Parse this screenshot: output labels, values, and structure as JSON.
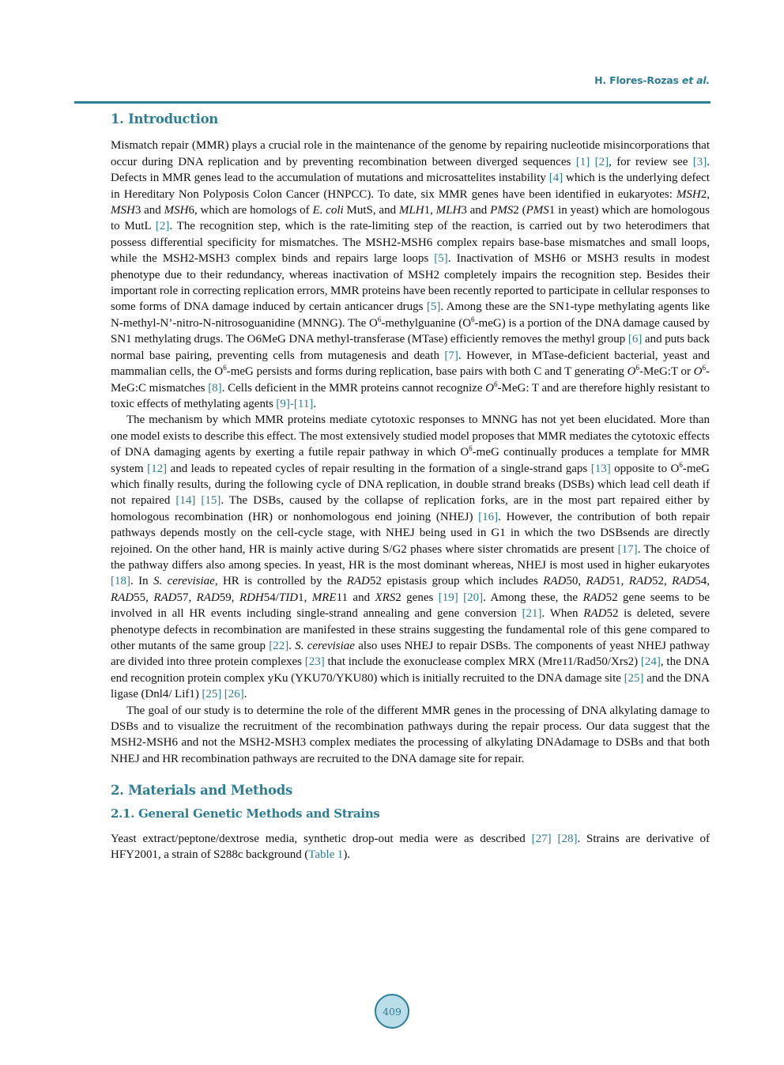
{
  "header": {
    "author": "H. Flores-Rozas",
    "etal": "et al."
  },
  "accent_color": "#2f7d94",
  "sections": {
    "s1_title": "1. Introduction",
    "s2_title": "2. Materials and Methods",
    "s21_title": "2.1. General Genetic Methods and Strains"
  },
  "paragraphs": {
    "intro_p1": [
      {
        "t": "Mismatch repair (MMR) plays a crucial role in the maintenance of the genome by repairing nucleotide misin­corporations that occur during DNA replication and by preventing recombination between diverged sequences "
      },
      {
        "c": "[1]"
      },
      {
        "t": " "
      },
      {
        "c": "[2]"
      },
      {
        "t": ", for review see "
      },
      {
        "c": "[3]"
      },
      {
        "t": ". Defects in MMR genes lead to the accumulation of mutations and microsattelites instability "
      },
      {
        "c": "[4]"
      },
      {
        "t": " which is the underlying defect in Hereditary Non Polyposis Colon Cancer (HNPCC). To date, six MMR genes have been identified in eukaryotes: "
      },
      {
        "i": "MSH"
      },
      {
        "t": "2, "
      },
      {
        "i": "MSH"
      },
      {
        "t": "3 and "
      },
      {
        "i": "MSH"
      },
      {
        "t": "6, which are homologs of "
      },
      {
        "i": "E. coli"
      },
      {
        "t": " MutS, and "
      },
      {
        "i": "MLH"
      },
      {
        "t": "1, "
      },
      {
        "i": "MLH"
      },
      {
        "t": "3 and "
      },
      {
        "i": "PMS"
      },
      {
        "t": "2 ("
      },
      {
        "i": "PMS"
      },
      {
        "t": "1 in yeast) which are homologous to MutL "
      },
      {
        "c": "[2]"
      },
      {
        "t": ". The recognition step, which is the rate-li­miting step of the reaction, is carried out by two heterodimers that possess differential specificity for mismatches. The MSH2-MSH6 complex repairs base-base mismatches and small loops, while the MSH2-MSH3 complex binds and repairs large loops "
      },
      {
        "c": "[5]"
      },
      {
        "t": ". Inactivation of MSH6 or MSH3 results in modest phenotype due to their re­dundancy, whereas inactivation of MSH2 completely impairs the recognition step. Besides their important role in correcting replication errors, MMR proteins have been recently reported to participate in cellular responses to some forms of DNA damage induced by certain anticancer drugs "
      },
      {
        "c": "[5]"
      },
      {
        "t": ". Among these are the SN1-type methylat­ing agents like N-methyl-N’-nitro-N-nitrosoguanidine (MNNG). The O"
      },
      {
        "s": "6"
      },
      {
        "t": "-methylguanine (O"
      },
      {
        "s": "6"
      },
      {
        "t": "-meG) is a portion of the DNA damage caused by SN1 methylating drugs. The O6MeG DNA methyl-transferase (MTase) effi­ciently removes the methyl group "
      },
      {
        "c": "[6]"
      },
      {
        "t": " and puts back normal base pairing, preventing cells from mutagenesis and death "
      },
      {
        "c": "[7]"
      },
      {
        "t": ". However, in MTase-deficient bacterial, yeast and mammalian cells, the O"
      },
      {
        "s": "6"
      },
      {
        "t": "-meG persists and forms during replication, base pairs with both C and T generating "
      },
      {
        "i": "O"
      },
      {
        "s": "6"
      },
      {
        "t": "-MeG:T or "
      },
      {
        "i": "O"
      },
      {
        "s": "6"
      },
      {
        "t": "-MeG:C mismatches "
      },
      {
        "c": "[8]"
      },
      {
        "t": ". Cells defi­cient in the MMR proteins cannot recognize "
      },
      {
        "i": "O"
      },
      {
        "s": "6"
      },
      {
        "t": "-MeG: T and are therefore highly resistant to toxic effects of methylating agents "
      },
      {
        "c": "[9]-[11]"
      },
      {
        "t": "."
      }
    ],
    "intro_p2": [
      {
        "t": "The mechanism by which MMR proteins mediate cytotoxic responses to MNNG has not yet been elucidated. More than one model exists to describe this effect. The most extensively studied model proposes that MMR me­diates the cytotoxic effects of DNA damaging agents by exerting a futile repair pathway in which O"
      },
      {
        "s": "6"
      },
      {
        "t": "-meG con­tinually produces a template for MMR system "
      },
      {
        "c": "[12]"
      },
      {
        "t": " and leads to repeated cycles of repair resulting in the forma­tion of a single-strand gaps "
      },
      {
        "c": "[13]"
      },
      {
        "t": " opposite to O"
      },
      {
        "s": "6"
      },
      {
        "t": "-meG which finally results, during the following cycle of DNA replication, in double strand breaks (DSBs) which lead cell death if not repaired "
      },
      {
        "c": "[14]"
      },
      {
        "t": " "
      },
      {
        "c": "[15]"
      },
      {
        "t": ". The DSBs, caused by the collapse of replication forks, are in the most part repaired either by homologous recombination (HR) or nonhomologous end joining (NHEJ) "
      },
      {
        "c": "[16]"
      },
      {
        "t": ". However, the contribution of both repair pathways depends mostly on the cell-cycle stage, with NHEJ being used in G1 in which the two DSBsends are directly rejoined. On the other hand, HR is mainly active during S/G2 phases where sister chromatids are present "
      },
      {
        "c": "[17]"
      },
      {
        "t": ". The choice of the path­way differs also among species. In yeast, HR is the most dominant whereas, NHEJ is most used in higher euka­ryotes "
      },
      {
        "c": "[18]"
      },
      {
        "t": ". In "
      },
      {
        "i": "S. cerevisiae"
      },
      {
        "t": ", HR is controlled by the "
      },
      {
        "i": "RAD"
      },
      {
        "t": "52 epistasis group which includes "
      },
      {
        "i": "RAD"
      },
      {
        "t": "50, "
      },
      {
        "i": "RAD"
      },
      {
        "t": "51, "
      },
      {
        "i": "RAD"
      },
      {
        "t": "52, "
      },
      {
        "i": "RAD"
      },
      {
        "t": "54, "
      },
      {
        "i": "RAD"
      },
      {
        "t": "55, "
      },
      {
        "i": "RAD"
      },
      {
        "t": "57, "
      },
      {
        "i": "RAD"
      },
      {
        "t": "59, "
      },
      {
        "i": "RDH"
      },
      {
        "t": "54/"
      },
      {
        "i": "TID"
      },
      {
        "t": "1, "
      },
      {
        "i": "MRE"
      },
      {
        "t": "11 and "
      },
      {
        "i": "XRS"
      },
      {
        "t": "2 genes "
      },
      {
        "c": "[19]"
      },
      {
        "t": " "
      },
      {
        "c": "[20]"
      },
      {
        "t": ". Among these, the "
      },
      {
        "i": "RAD"
      },
      {
        "t": "52 gene seems to be involved in all HR events including single-strand annealing and gene conversion "
      },
      {
        "c": "[21]"
      },
      {
        "t": ". When "
      },
      {
        "i": "RAD"
      },
      {
        "t": "52 is deleted, severe phenotype defects in recombination are manifested in these strains suggesting the fundamental role of this gene compared to other mutants of the same group "
      },
      {
        "c": "[22]"
      },
      {
        "t": ". "
      },
      {
        "i": "S. cerevisiae"
      },
      {
        "t": " also uses NHEJ to repair DSBs. The components of yeast NHEJ pathway are divided into three protein complexes "
      },
      {
        "c": "[23]"
      },
      {
        "t": " that include the exonuclease complex MRX (Mre11/Rad50/Xrs2) "
      },
      {
        "c": "[24]"
      },
      {
        "t": ", the DNA end recognition protein com­plex yKu (YKU70/YKU80) which is initially recruited to the DNA damage site "
      },
      {
        "c": "[25]"
      },
      {
        "t": " and the DNA ligase (Dnl4/ Lif1) "
      },
      {
        "c": "[25]"
      },
      {
        "t": " "
      },
      {
        "c": "[26]"
      },
      {
        "t": "."
      }
    ],
    "intro_p3": [
      {
        "t": "The goal of our study is to determine the role of the different MMR genes in the processing of DNA alkylat­ing damage to DSBs and to visualize the recruitment of the recombination pathways during the repair process. Our data suggest that the MSH2-MSH6 and not the MSH2-MSH3 complex mediates the processing of alkylat­ing DNAdamage to DSBs and that both NHEJ and HR recombination pathways are recruited to the DNA dam­age site for repair."
      }
    ],
    "methods_p1": [
      {
        "t": "Yeast extract/peptone/dextrose media, synthetic drop-out media were as described "
      },
      {
        "c": "[27]"
      },
      {
        "t": " "
      },
      {
        "c": "[28]"
      },
      {
        "t": ". Strains are deriva­tive of HFY2001, a strain of S288c background ("
      },
      {
        "c": "Table 1"
      },
      {
        "t": ")."
      }
    ]
  },
  "footer": {
    "page_number": "409"
  }
}
